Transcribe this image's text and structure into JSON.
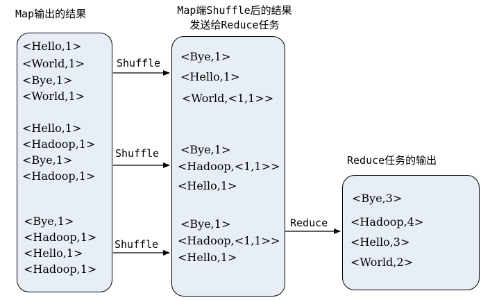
{
  "titles": {
    "map_output": "Map输出的结果",
    "shuffle_result_line1": "Map端Shuffle后的结果",
    "shuffle_result_line2": "发送给Reduce任务",
    "reduce_output": "Reduce任务的输出"
  },
  "map_box": [
    [
      "<Hello,1>",
      "<World,1>",
      "<Bye,1>",
      "<World,1>"
    ],
    [
      "<Hello,1>",
      "<Hadoop,1>",
      "<Bye,1>",
      "<Hadoop,1>"
    ],
    [
      "<Bye,1>",
      "<Hadoop,1>",
      "<Hello,1>",
      "<Hadoop,1>"
    ]
  ],
  "shuffle_box": [
    [
      "<Bye,1>",
      "<Hello,1>",
      "<World,<1,1>>"
    ],
    [
      "<Bye,1>",
      "<Hadoop,<1,1>>",
      "<Hello,1>"
    ],
    [
      "<Bye,1>",
      "<Hadoop,<1,1>>",
      "<Hello,1>"
    ]
  ],
  "reduce_box": [
    "<Bye,3>",
    "<Hadoop,4>",
    "<Hello,3>",
    "<World,2>"
  ],
  "arrows": {
    "shuffle_1": "Shuffle",
    "shuffle_2": "Shuffle",
    "shuffle_3": "Shuffle",
    "reduce": "Reduce"
  }
}
